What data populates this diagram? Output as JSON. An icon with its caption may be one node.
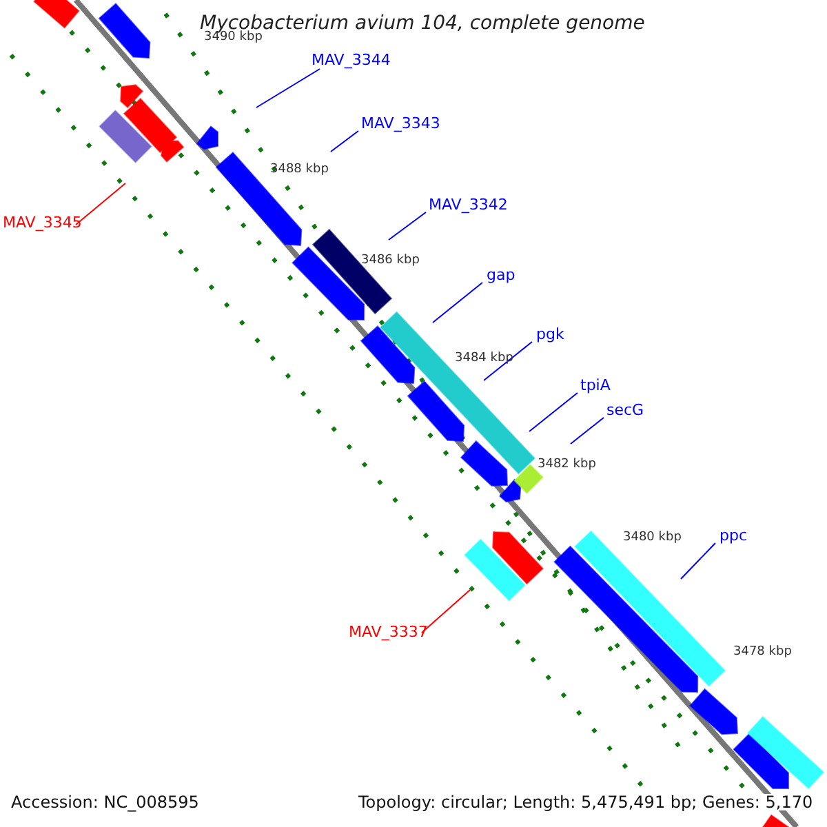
{
  "diagram": {
    "title": "Mycobacterium avium 104, complete genome",
    "nodes": [
      {
        "text": [
          "MAV_3344"
        ]
      },
      {
        "text": [
          "MAV_3343"
        ]
      },
      {
        "text": [
          "MAV_3342"
        ]
      },
      {
        "text": [
          "MAV_3345"
        ]
      },
      {
        "text": [
          "gap"
        ]
      },
      {
        "text": [
          "pgk"
        ]
      },
      {
        "text": [
          "tpiA"
        ]
      },
      {
        "text": [
          "secG"
        ]
      },
      {
        "text": [
          "ppc"
        ]
      },
      {
        "text": [
          "MAV_3337"
        ]
      }
    ],
    "edges": [
      {
        "from": 0,
        "to": null,
        "arrow": "none"
      },
      {
        "from": 1,
        "to": null,
        "arrow": "none"
      },
      {
        "from": 2,
        "to": null,
        "arrow": "none"
      },
      {
        "from": 3,
        "to": null,
        "arrow": "none",
        "color": "#ff0000"
      },
      {
        "from": 4,
        "to": null,
        "arrow": "none"
      },
      {
        "from": 5,
        "to": null,
        "arrow": "none"
      },
      {
        "from": 6,
        "to": null,
        "arrow": "none"
      },
      {
        "from": 7,
        "to": null,
        "arrow": "none"
      },
      {
        "from": 8,
        "to": null,
        "arrow": "none"
      },
      {
        "from": 9,
        "to": null,
        "arrow": "none",
        "color": "#ff0000"
      }
    ],
    "labels": [
      "3490 kbp",
      "3488 kbp",
      "3486 kbp",
      "3484 kbp",
      "3482 kbp",
      "3480 kbp",
      "3478 kbp",
      "Accession: NC_008595",
      "Topology: circular; Length: 5,475,491 bp; Genes: 5,170"
    ]
  }
}
